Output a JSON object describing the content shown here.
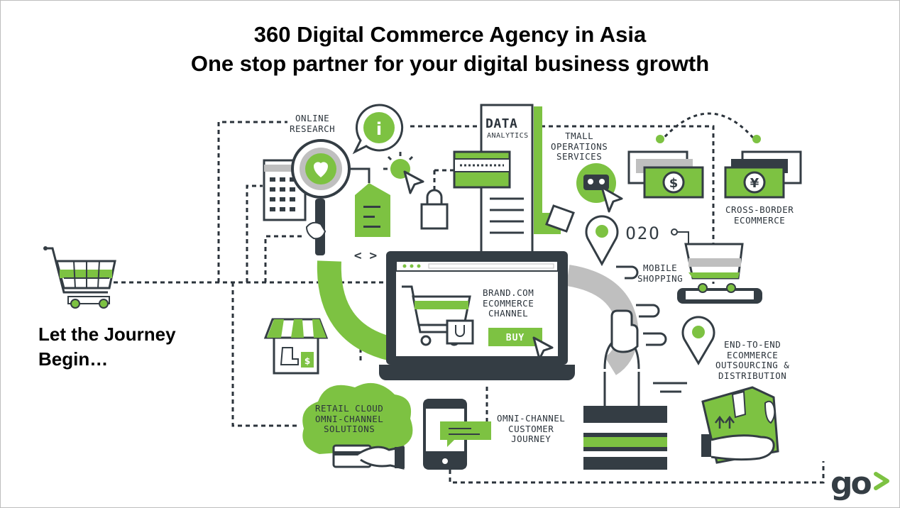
{
  "title": {
    "line1": "360 Digital Commerce Agency in Asia",
    "line2": "One stop partner for your digital business growth"
  },
  "journey": {
    "line1": "Let the Journey",
    "line2": "Begin…"
  },
  "labels": {
    "online_research_1": "ONLINE",
    "online_research_2": "RESEARCH",
    "data_1": "DATA",
    "data_2": "ANALYTICS",
    "tmall_1": "TMALL",
    "tmall_2": "OPERATIONS",
    "tmall_3": "SERVICES",
    "cross_border_1": "CROSS-BORDER",
    "cross_border_2": "ECOMMERCE",
    "o2o": "O2O",
    "mobile_1": "MOBILE",
    "mobile_2": "SHOPPING",
    "brand_1": "BRAND.COM",
    "brand_2": "ECOMMERCE",
    "brand_3": "CHANNEL",
    "buy": "BUY",
    "e2e_1": "END-TO-END",
    "e2e_2": "ECOMMERCE",
    "e2e_3": "OUTSOURCING &",
    "e2e_4": "DISTRIBUTION",
    "retail_1": "RETAIL CLOUD",
    "retail_2": "OMNI-CHANNEL",
    "retail_3": "SOLUTIONS",
    "omni_1": "OMNI-CHANNEL",
    "omni_2": "CUSTOMER",
    "omni_3": "JOURNEY",
    "dollar": "$",
    "yen": "¥",
    "info": "i",
    "code": "< >"
  },
  "logo": {
    "text": "go"
  },
  "colors": {
    "green": "#7dc242",
    "dark": "#343d44",
    "grey": "#bfbfbf"
  }
}
